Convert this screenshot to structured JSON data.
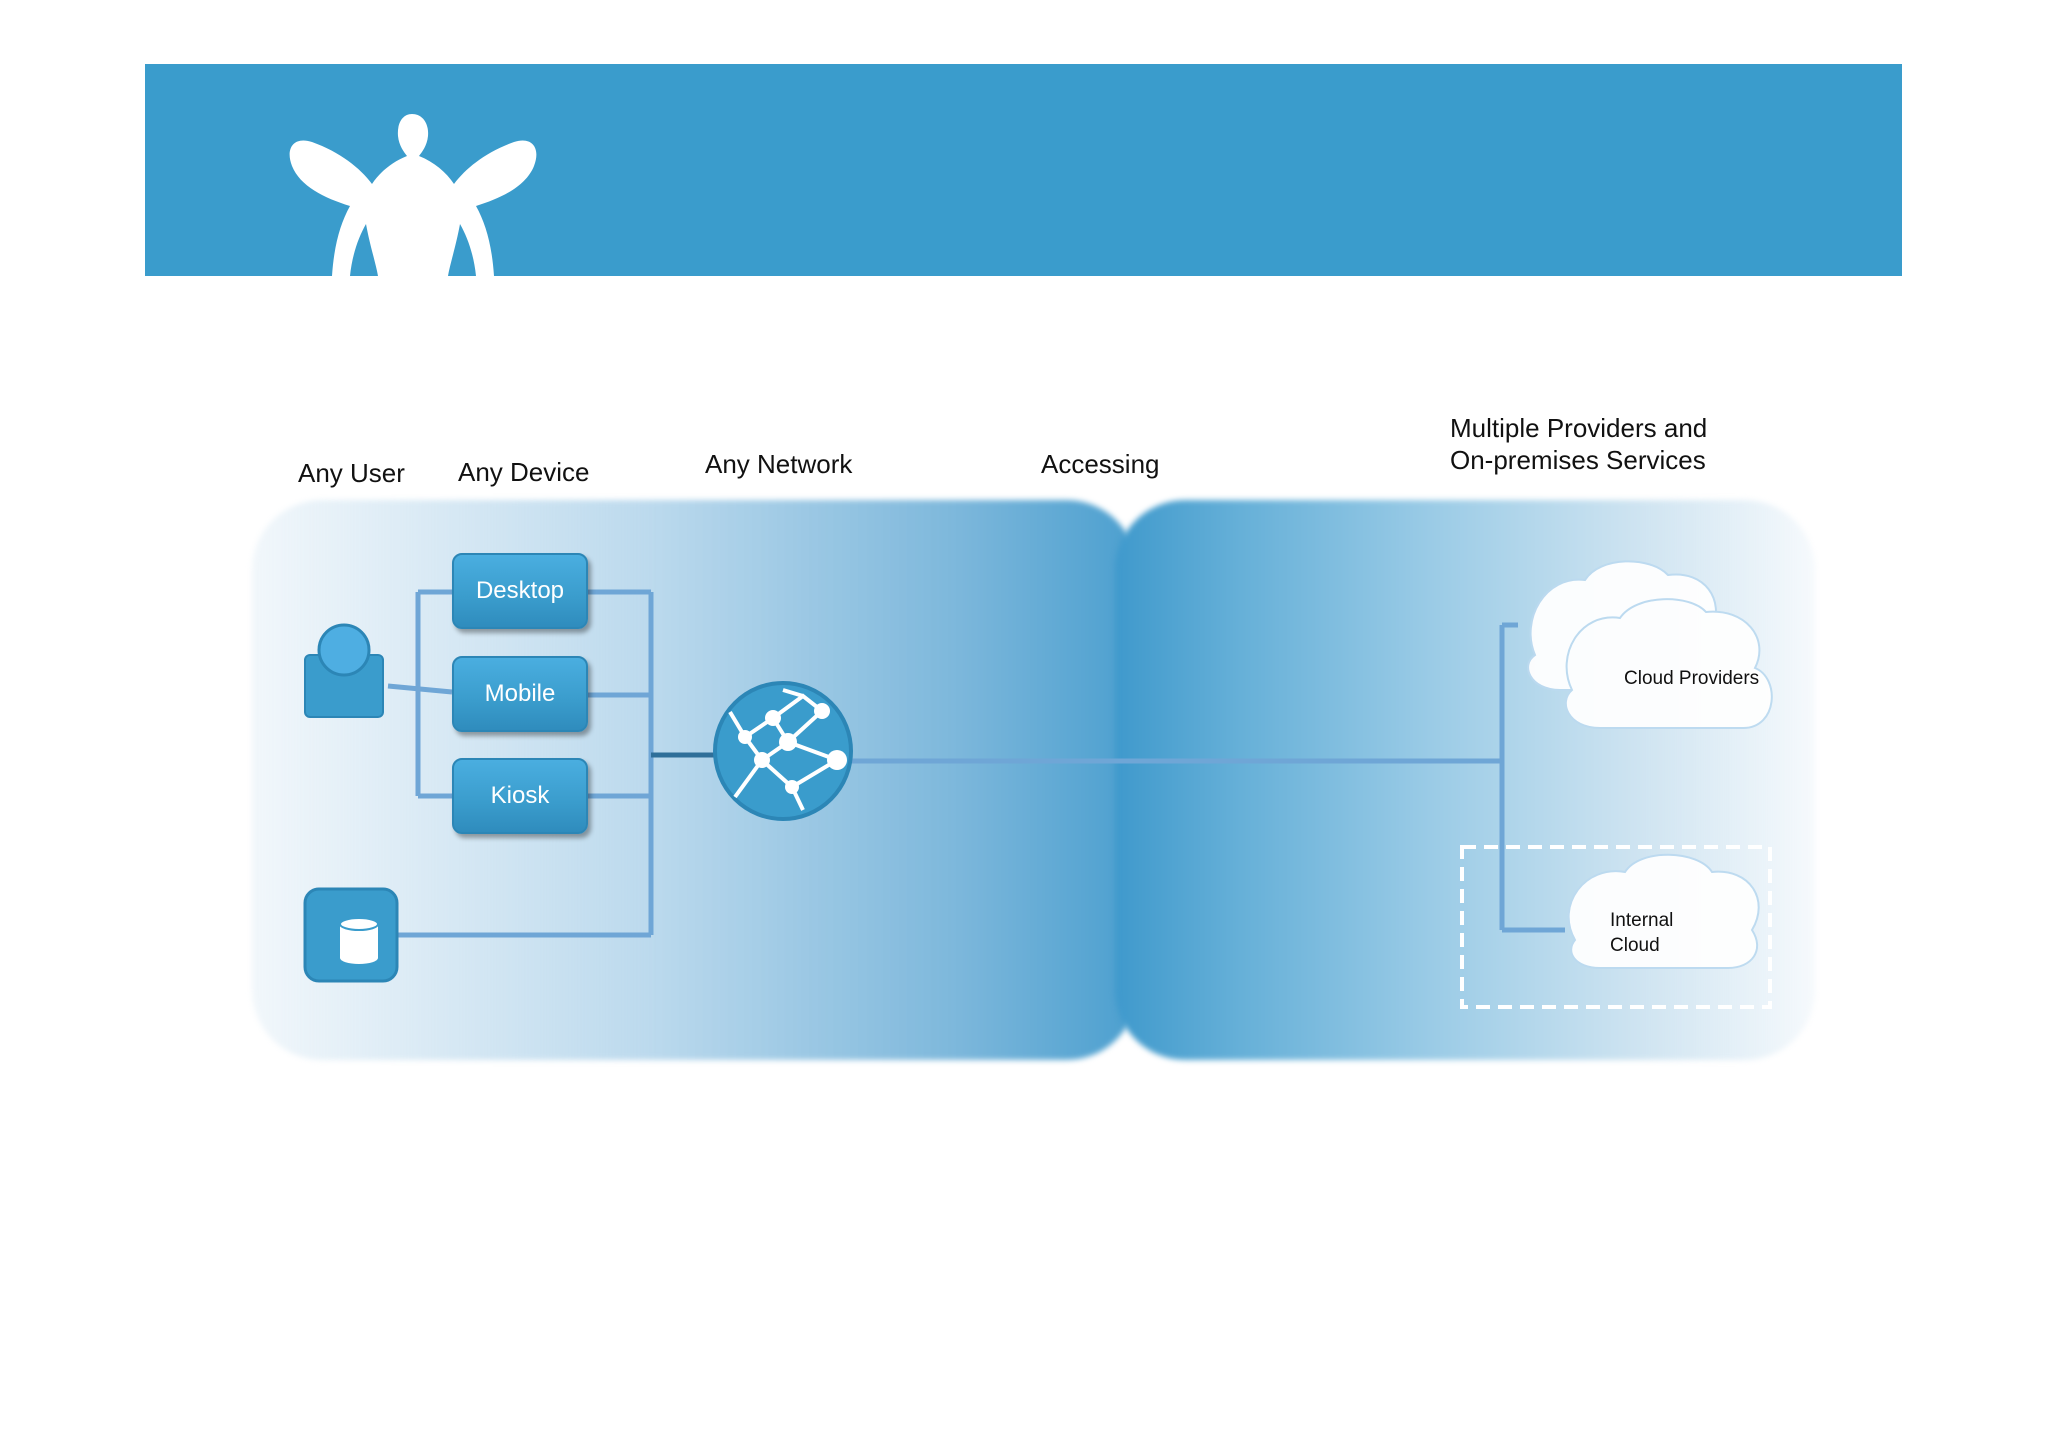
{
  "labels": {
    "any_user": "Any User",
    "any_device": "Any Device",
    "any_network": "Any Network",
    "accessing": "Accessing",
    "providers": "Multiple Providers and\nOn-premises Services"
  },
  "devices": {
    "desktop": "Desktop",
    "mobile": "Mobile",
    "kiosk": "Kiosk"
  },
  "clouds": {
    "cloud_providers": "Cloud Providers",
    "internal_cloud": "Internal\nCloud"
  },
  "colors": {
    "brand_blue": "#3a9ccc",
    "line_blue": "#6fa6d6",
    "dark_line": "#2f6f99"
  },
  "icons": [
    "winged-figure-logo",
    "user-icon",
    "database-icon",
    "network-globe-icon",
    "cloud-icon"
  ]
}
